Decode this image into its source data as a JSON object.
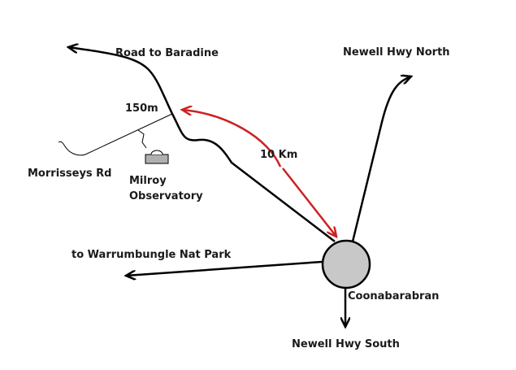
{
  "labels": {
    "road_baradine": "Road to Baradine",
    "newell_north": "Newell Hwy North",
    "distance_150m": "150m",
    "distance_10km": "10 Km",
    "morrisseys_rd": "Morrisseys Rd",
    "observatory_line1": "Milroy",
    "observatory_line2": "Observatory",
    "warrumbungle": "to Warrumbungle Nat Park",
    "coonabarabran": "Coonabarabran",
    "newell_south": "Newell  Hwy South"
  },
  "icons": {
    "town": "town-circle-icon",
    "observatory": "observatory-dome-icon"
  },
  "colors": {
    "road": "#000000",
    "distance_arrow": "#cc2222",
    "town_fill": "#c8c8c8",
    "observatory_fill": "#b0b0b0"
  }
}
